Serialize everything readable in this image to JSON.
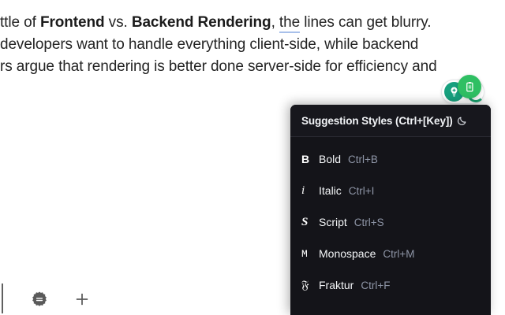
{
  "document": {
    "lines": [
      {
        "segments": [
          {
            "text": "ttle of ",
            "style": "normal"
          },
          {
            "text": "Frontend",
            "style": "bold"
          },
          {
            "text": " vs. ",
            "style": "normal"
          },
          {
            "text": "Backend Rendering",
            "style": "bold"
          },
          {
            "text": ", ",
            "style": "normal"
          },
          {
            "text": "the",
            "style": "suggestion-underline"
          },
          {
            "text": " lines can get blurry.",
            "style": "normal"
          }
        ],
        "plain": "ttle of Frontend vs. Backend Rendering, the lines can get blurry."
      },
      {
        "plain": " developers want to handle everything client-side, while backend"
      },
      {
        "plain": "rs argue that rendering is better done server-side for efficiency and"
      }
    ],
    "suggestion_underline_color": "#a8c0ea",
    "text_color": "#242424"
  },
  "fab": {
    "primary_icon": "lightbulb-plus-icon",
    "secondary_icon": "clipboard-icon",
    "primary_color": "#17a07e",
    "secondary_color": "#2fbf63"
  },
  "popup": {
    "title": "Suggestion Styles (Ctrl+[Key])",
    "theme_toggle_icon": "moon-icon",
    "background": "#141419",
    "items": [
      {
        "glyph": "B",
        "label": "Bold",
        "shortcut": "Ctrl+B",
        "glyph_class": "g-bold",
        "name": "bold"
      },
      {
        "glyph": "i",
        "label": "Italic",
        "shortcut": "Ctrl+I",
        "glyph_class": "g-italic",
        "name": "italic"
      },
      {
        "glyph": "S",
        "label": "Script",
        "shortcut": "Ctrl+S",
        "glyph_class": "g-script",
        "name": "script"
      },
      {
        "glyph": "M",
        "label": "Monospace",
        "shortcut": "Ctrl+M",
        "glyph_class": "g-mono",
        "name": "monospace"
      },
      {
        "glyph": "𝔉",
        "label": "Fraktur",
        "shortcut": "Ctrl+F",
        "glyph_class": "g-fraktur",
        "name": "fraktur"
      }
    ]
  },
  "toolbar": {
    "settings_icon": "gear-icon",
    "add_icon": "plus-icon",
    "icon_color": "#5a5a5a"
  }
}
